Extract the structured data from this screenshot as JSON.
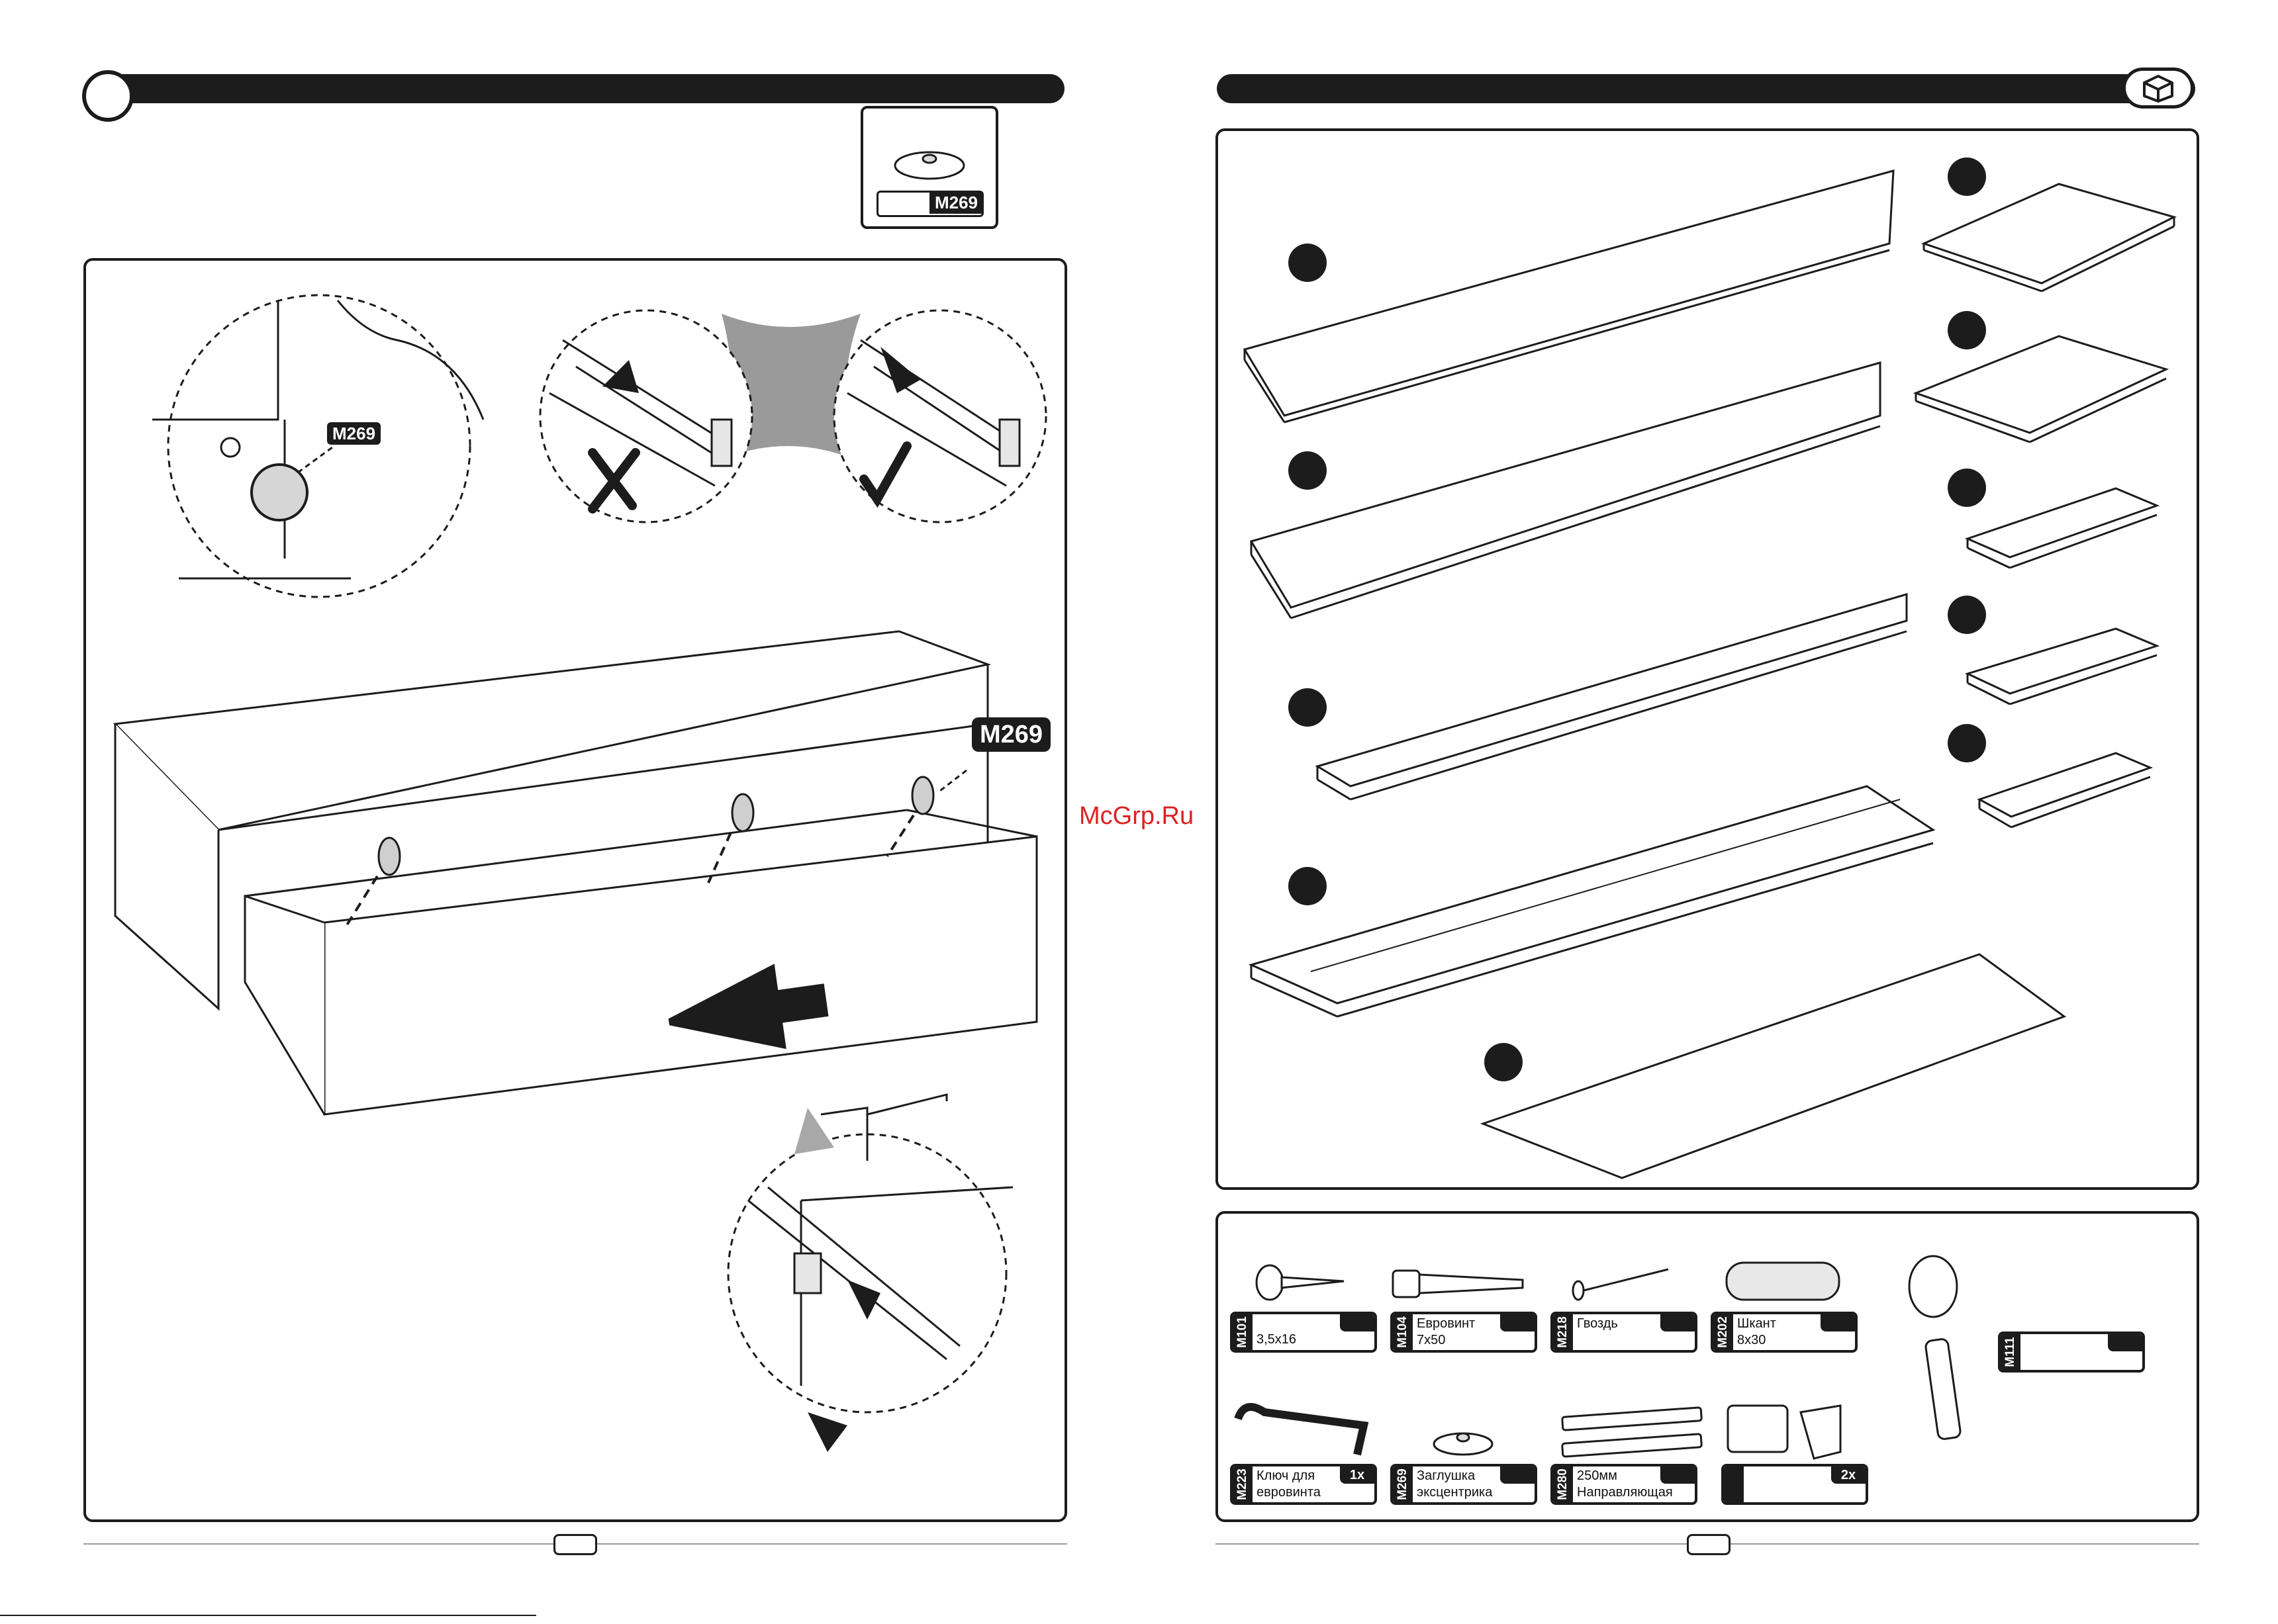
{
  "left_page": {
    "hardware_tag": "M269",
    "detail_tag": "M269",
    "assembly_tag": "M269"
  },
  "watermark": "McGrp.Ru",
  "parts": [
    {
      "code": "M101",
      "line1": "3,5x16",
      "line2": "",
      "qty": ""
    },
    {
      "code": "M104",
      "line1": "Евровинт",
      "line2": "7x50",
      "qty": ""
    },
    {
      "code": "M218",
      "line1": "Гвоздь",
      "line2": "",
      "qty": ""
    },
    {
      "code": "M202",
      "line1": "Шкант",
      "line2": "8x30",
      "qty": ""
    },
    {
      "code": "M111",
      "line1": "",
      "line2": "",
      "qty": ""
    },
    {
      "code": "M223",
      "line1": "Ключ для",
      "line2": "евровинта",
      "qty": "1x"
    },
    {
      "code": "M269",
      "line1": "Заглушка",
      "line2": "эксцентрика",
      "qty": ""
    },
    {
      "code": "M280",
      "line1": "250мм",
      "line2": "Направляющая",
      "qty": ""
    },
    {
      "code": "",
      "line1": "",
      "line2": "",
      "qty": "2x"
    }
  ],
  "icons": {
    "header_right": "box-icon",
    "check": "checkmark-icon",
    "cross": "cross-icon",
    "arrow": "push-arrow-icon"
  },
  "colors": {
    "ink": "#1c1c1c",
    "watermark": "#dd2222"
  }
}
